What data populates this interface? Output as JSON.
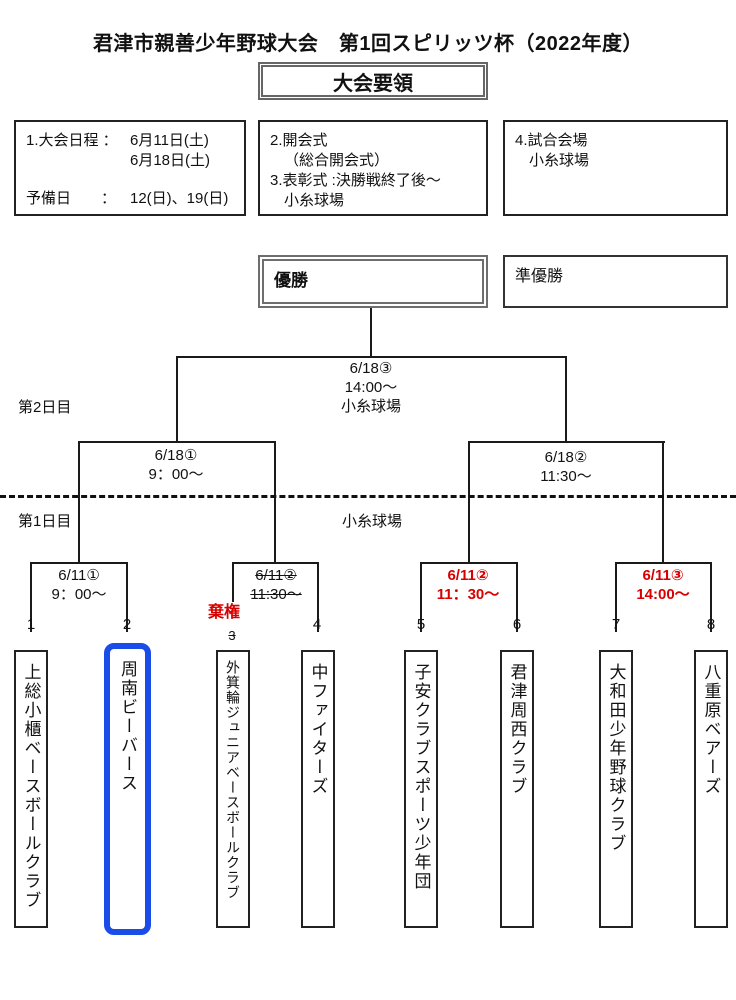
{
  "title": "君津市親善少年野球大会　第1回スピリッツ杯（2022年度）",
  "subtitle_box": "大会要領",
  "info_boxes": {
    "schedule": {
      "rows": [
        {
          "label": "1.大会日程 ：",
          "value": "6月11日(土)"
        },
        {
          "label": "",
          "value": "6月18日(土)"
        },
        {
          "label": "予備日　　：",
          "value": "12(日)、19(日)"
        }
      ]
    },
    "ceremony": {
      "lines": [
        "2.開会式",
        "（総合開会式）",
        "3.表彰式 :決勝戦終了後～",
        "小糸球場"
      ]
    },
    "venue": {
      "lines": [
        "4.試合会場",
        "小糸球場"
      ]
    }
  },
  "results": {
    "champion_label": "優勝",
    "runnerup_label": "準優勝"
  },
  "day_labels": {
    "day2": "第2日目",
    "day1": "第1日目",
    "venue": "小糸球場"
  },
  "bracket": {
    "final": {
      "lines": [
        "6/18③",
        "14:00～",
        "小糸球場"
      ]
    },
    "semi_left": {
      "lines": [
        "6/18①",
        "9：00～"
      ]
    },
    "semi_right": {
      "lines": [
        "6/18②",
        "11:30～"
      ]
    },
    "game1": {
      "lines": [
        "6/11①",
        "9：00～"
      ]
    },
    "game2": {
      "lines": [
        "6/11②",
        "11:30～"
      ],
      "forfeit_label": "棄権"
    },
    "game3": {
      "lines": [
        "6/11②",
        "11：30～"
      ]
    },
    "game4": {
      "lines": [
        "6/11③",
        "14:00～"
      ]
    }
  },
  "teams": [
    {
      "seed": "1",
      "name": "上総小櫃ベースボールクラブ"
    },
    {
      "seed": "2",
      "name": "周南ビーバース"
    },
    {
      "seed": "3",
      "name": "外箕輪ジュニアベースボールクラブ"
    },
    {
      "seed": "4",
      "name": "中ファイターズ"
    },
    {
      "seed": "5",
      "name": "子安クラブスポーツ少年団"
    },
    {
      "seed": "6",
      "name": "君津周西クラブ"
    },
    {
      "seed": "7",
      "name": "大和田少年野球クラブ"
    },
    {
      "seed": "8",
      "name": "八重原ベアーズ"
    }
  ],
  "colors": {
    "red": "#d80000",
    "highlight_blue": "#1a4de8",
    "line": "#1a1a1a"
  }
}
